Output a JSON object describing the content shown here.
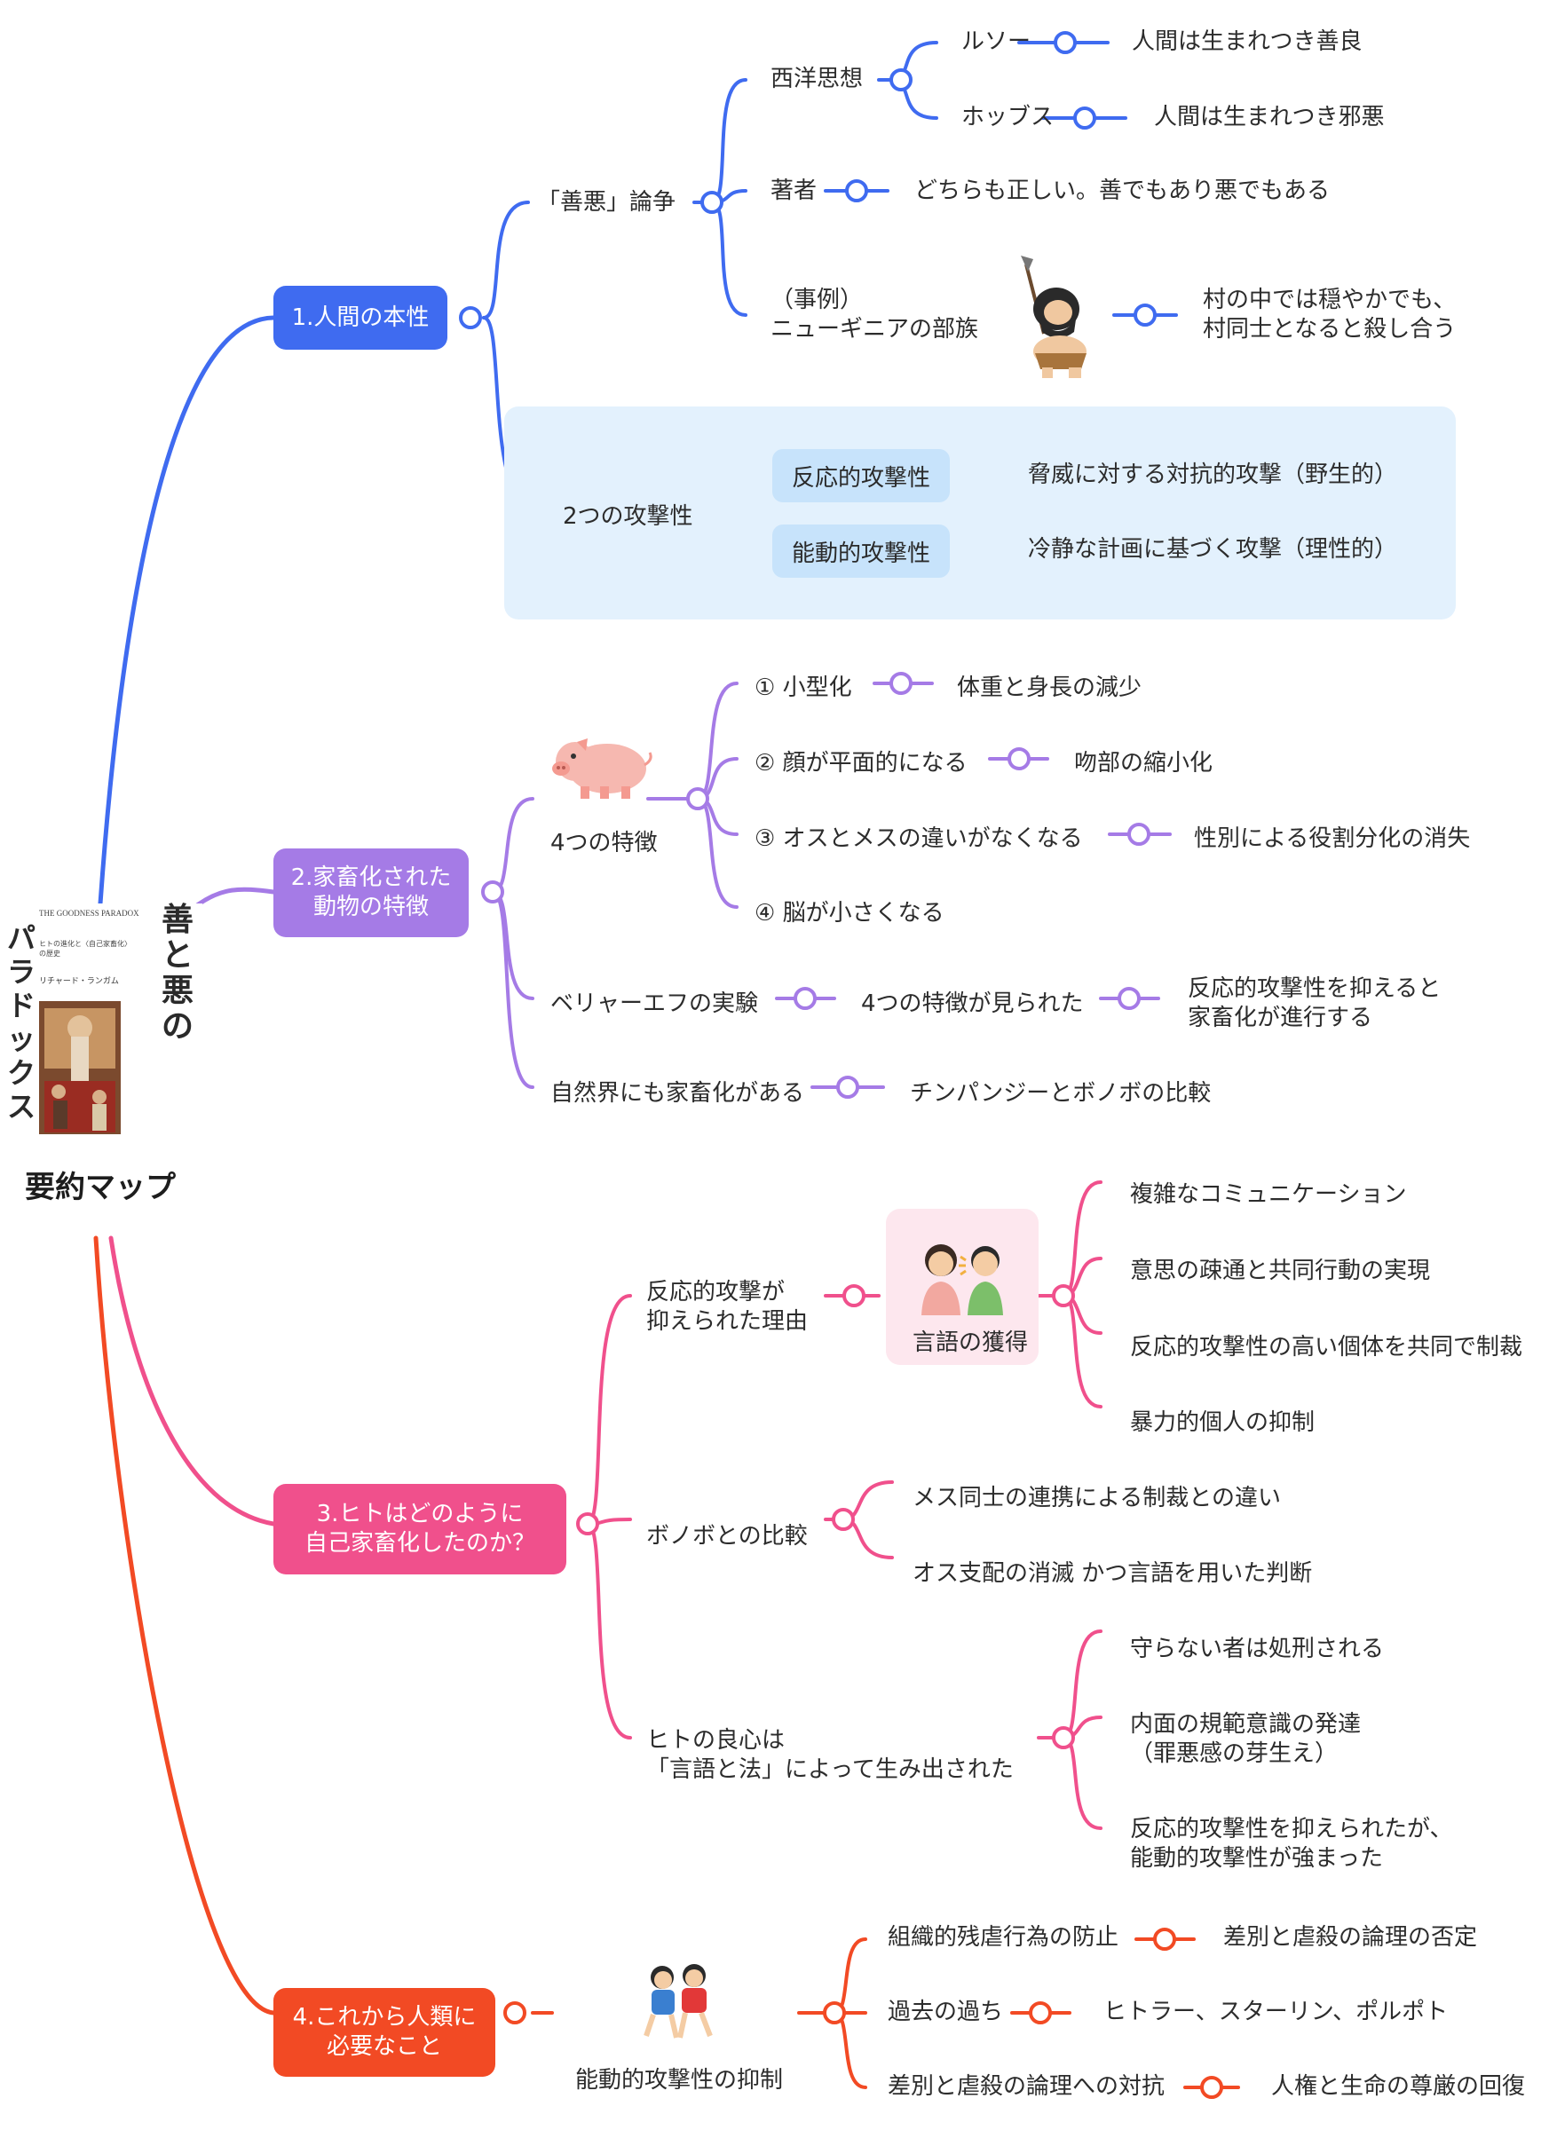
{
  "root": {
    "title": "要約マップ",
    "book": {
      "title_vertical_1": "善と悪の",
      "title_vertical_2": "パラドックス",
      "english_title": "THE GOODNESS PARADOX",
      "subtitle": "ヒトの進化と〈自己家畜化〉の歴史",
      "author": "リチャード・ランガム"
    }
  },
  "colors": {
    "blue": "#3f6bf0",
    "purple": "#a57be6",
    "pink": "#f0508c",
    "red": "#f24a24",
    "panel_blue": "#e3f1fd",
    "panel_pink": "#fde7ee"
  },
  "sections": {
    "s1": {
      "label": "1.人間の本性",
      "zen_aku": "「善悪」論争",
      "western": "西洋思想",
      "rousseau": "ルソー",
      "rousseau_note": "人間は生まれつき善良",
      "hobbes": "ホッブス",
      "hobbes_note": "人間は生まれつき邪悪",
      "author": "著者",
      "author_note": "どちらも正しい。善でもあり悪でもある",
      "example": "（事例）\nニューギニアの部族",
      "example_note": "村の中では穏やかでも、\n村同士となると殺し合う",
      "aggression": "2つの攻撃性",
      "reactive": "反応的攻撃性",
      "reactive_note": "脅威に対する対抗的攻撃（野生的）",
      "proactive": "能動的攻撃性",
      "proactive_note": "冷静な計画に基づく攻撃（理性的）",
      "icon": "caveman-icon"
    },
    "s2": {
      "label": "2.家畜化された\n動物の特徴",
      "four": "4つの特徴",
      "f1": "① 小型化",
      "f1_note": "体重と身長の減少",
      "f2": "② 顔が平面的になる",
      "f2_note": "吻部の縮小化",
      "f3": "③ オスとメスの違いがなくなる",
      "f3_note": "性別による役割分化の消失",
      "f4": "④ 脳が小さくなる",
      "belyaev": "ベリャーエフの実験",
      "belyaev_mid": "4つの特徴が見られた",
      "belyaev_note": "反応的攻撃性を抑えると\n家畜化が進行する",
      "nature": "自然界にも家畜化がある",
      "nature_note": "チンパンジーとボノボの比較",
      "icon": "pig-icon"
    },
    "s3": {
      "label": "3.ヒトはどのように\n自己家畜化したのか？",
      "reason": "反応的攻撃が\n抑えられた理由",
      "language": "言語の獲得",
      "l1": "複雑なコミュニケーション",
      "l2": "意思の疎通と共同行動の実現",
      "l3": "反応的攻撃性の高い個体を共同で制裁",
      "l4": "暴力的個人の抑制",
      "bonobo": "ボノボとの比較",
      "b1": "メス同士の連携による制裁との違い",
      "b2": "オス支配の消滅 かつ言語を用いた判断",
      "conscience": "ヒトの良心は\n「言語と法」によって生み出された",
      "c1": "守らない者は処刑される",
      "c2": "内面の規範意識の発達\n（罪悪感の芽生え）",
      "c3": "反応的攻撃性を抑えられたが、\n能動的攻撃性が強まった",
      "icon": "talking-people-icon"
    },
    "s4": {
      "label": "4.これから人類に\n必要なこと",
      "suppress": "能動的攻撃性の抑制",
      "p1": "組織的残虐行為の防止",
      "p1_note": "差別と虐殺の論理の否定",
      "p2": "過去の過ち",
      "p2_note": "ヒトラー、スターリン、ポルポト",
      "p3": "差別と虐殺の論理への対抗",
      "p3_note": "人権と生命の尊厳の回復",
      "icon": "running-kids-icon"
    }
  }
}
